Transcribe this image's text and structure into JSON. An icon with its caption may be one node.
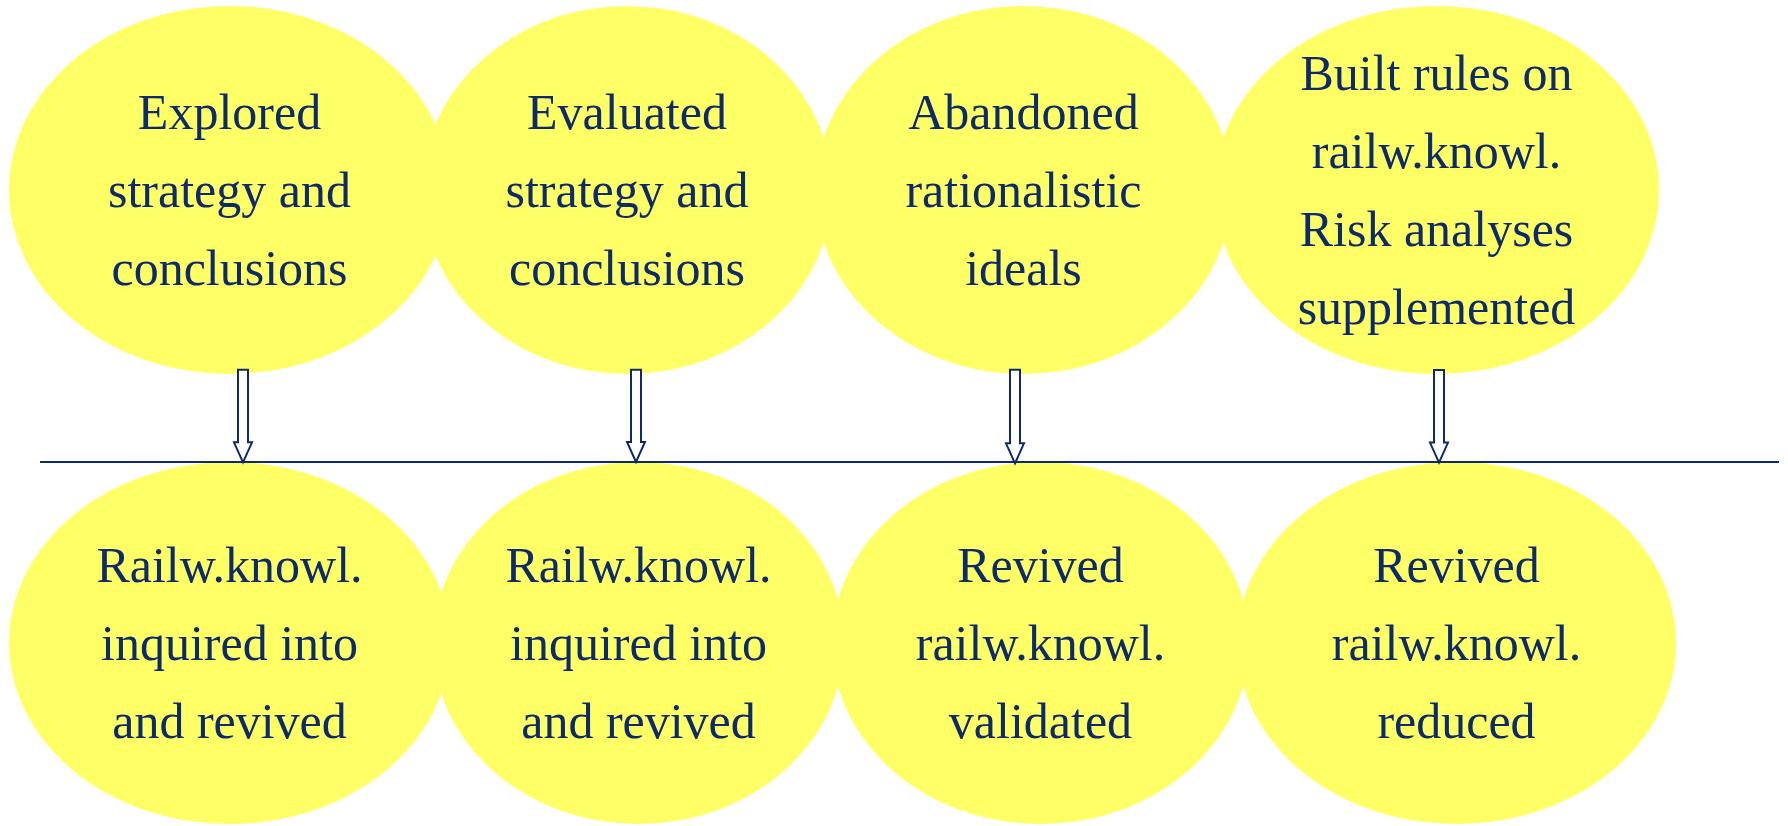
{
  "diagram": {
    "nodes": [
      {
        "text": [
          "Explored strategy and conclusions"
        ]
      },
      {
        "text": [
          "Evaluated strategy and conclusions"
        ]
      },
      {
        "text": [
          "Abandoned rationalistic ideals"
        ]
      },
      {
        "text": [
          "Built rules on railw.knowl.",
          "Risk analyses supplemented"
        ]
      },
      {
        "text": [
          "Railw.knowl. inquired into and revived"
        ]
      },
      {
        "text": [
          "Railw.knowl. inquired into and revived"
        ]
      },
      {
        "text": [
          "Revived railw.knowl. validated"
        ]
      },
      {
        "text": [
          "Revived railw.knowl. reduced"
        ]
      }
    ],
    "edges": [
      {
        "from": 0,
        "to": 4,
        "arrow": "to"
      },
      {
        "from": 1,
        "to": 5,
        "arrow": "to"
      },
      {
        "from": 2,
        "to": 6,
        "arrow": "to"
      },
      {
        "from": 3,
        "to": 7,
        "arrow": "to"
      }
    ]
  }
}
